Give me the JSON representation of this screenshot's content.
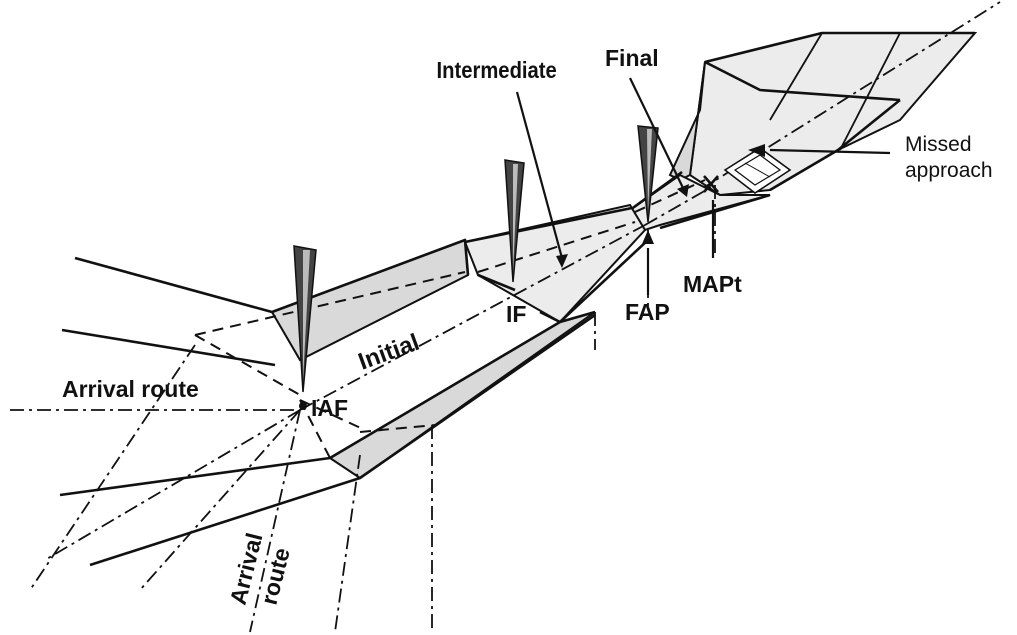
{
  "labels": {
    "intermediate": "Intermediate",
    "final": "Final",
    "missed_line1": "Missed",
    "missed_line2": "approach",
    "mapt": "MAPt",
    "fap": "FAP",
    "if": "IF",
    "initial": "Initial",
    "iaf": "IAF",
    "arrival_route_left": "Arrival route",
    "arrival_line1": "Arrival",
    "arrival_line2": "route"
  },
  "colors": {
    "line": "#111111",
    "shade": "#d9d9d9",
    "background": "#ffffff"
  }
}
